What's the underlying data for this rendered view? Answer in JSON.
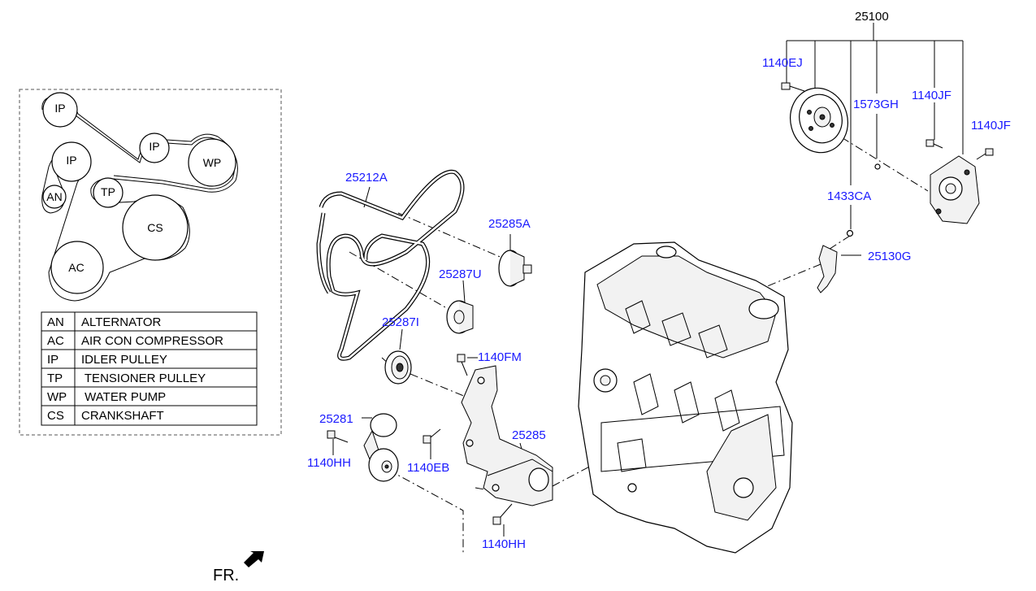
{
  "top_assembly_label": "25100",
  "part_labels": [
    {
      "id": "1140EJ",
      "text": "1140EJ"
    },
    {
      "id": "1573GH",
      "text": "1573GH"
    },
    {
      "id": "1140JF-a",
      "text": "1140JF"
    },
    {
      "id": "1140JF-b",
      "text": "1140JF"
    },
    {
      "id": "1433CA",
      "text": "1433CA"
    },
    {
      "id": "25130G",
      "text": "25130G"
    },
    {
      "id": "25212A",
      "text": "25212A"
    },
    {
      "id": "25285A",
      "text": "25285A"
    },
    {
      "id": "25287U",
      "text": "25287U"
    },
    {
      "id": "25287I",
      "text": "25287I"
    },
    {
      "id": "1140FM",
      "text": "1140FM"
    },
    {
      "id": "25281",
      "text": "25281"
    },
    {
      "id": "25285",
      "text": "25285"
    },
    {
      "id": "1140HH-a",
      "text": "1140HH"
    },
    {
      "id": "1140EB",
      "text": "1140EB"
    },
    {
      "id": "1140HH-b",
      "text": "1140HH"
    }
  ],
  "belt_pulleys": [
    "IP",
    "IP",
    "WP",
    "IP",
    "AN",
    "TP",
    "CS",
    "AC"
  ],
  "legend": [
    {
      "code": "AN",
      "name": "ALTERNATOR"
    },
    {
      "code": "AC",
      "name": "AIR CON COMPRESSOR"
    },
    {
      "code": "IP",
      "name": "IDLER PULLEY"
    },
    {
      "code": "TP",
      "name": " TENSIONER PULLEY"
    },
    {
      "code": "WP",
      "name": " WATER PUMP"
    },
    {
      "code": "CS",
      "name": "CRANKSHAFT"
    }
  ],
  "front_marker": "FR."
}
